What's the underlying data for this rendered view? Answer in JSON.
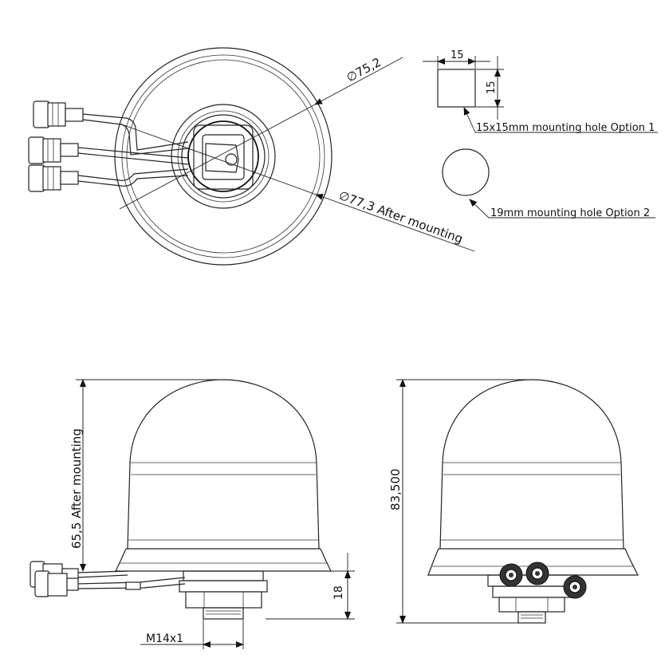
{
  "top_view": {
    "diameter_label": "∅75,2",
    "after_mounting_label": "∅77,3 After mounting"
  },
  "mounting_holes": {
    "square_width": "15",
    "square_height": "15",
    "option1_label": "15x15mm mounting hole Option 1",
    "option2_label": "19mm mounting hole Option 2"
  },
  "side_view": {
    "height_label": "65,5 After mounting",
    "base_height_label": "18",
    "thread_label": "M14x1"
  },
  "back_view": {
    "height_label": "83,500"
  }
}
